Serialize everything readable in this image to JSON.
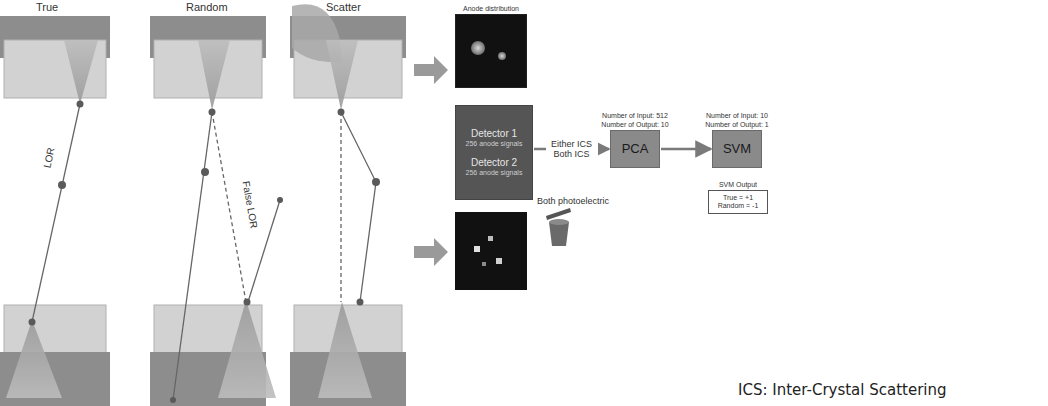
{
  "diagram": {
    "nodes": [
      {
        "text": [
          "Anode distribution"
        ]
      },
      {
        "text": [
          "Detector 1",
          "256 anode signals",
          "Detector 2",
          "256 anode signals"
        ]
      },
      {
        "text": [
          "Number of Input: 512",
          "Number of Output: 10",
          "PCA"
        ]
      },
      {
        "text": [
          "Number of Input: 10",
          "Number of Output: 1",
          "SVM"
        ]
      },
      {
        "text": [
          "SVM Output",
          "True = +1",
          "Random = -1"
        ]
      }
    ],
    "edges": [
      {
        "from": 1,
        "to": 2,
        "label": "Either ICS Both ICS",
        "arrow": "to"
      },
      {
        "from": 2,
        "to": 3,
        "arrow": "to"
      }
    ],
    "labels": [
      "True",
      "Random",
      "Scatter",
      "LOR",
      "False LOR",
      "Both photoelectric",
      "ICS: Inter-Crystal Scattering"
    ]
  }
}
